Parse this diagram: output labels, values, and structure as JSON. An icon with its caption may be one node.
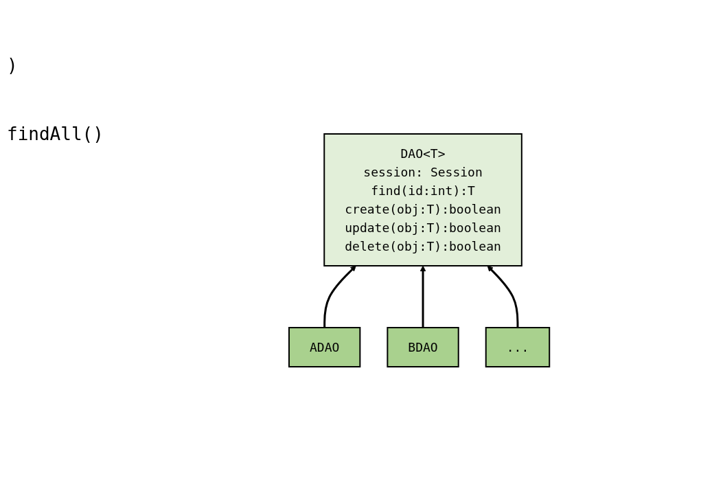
{
  "diagram": {
    "nodes": [
      {
        "text": [
          "DAO<T>",
          "session: Session",
          "find(id:int):T",
          "create(obj:T):boolean",
          "update(obj:T):boolean",
          "delete(obj:T):boolean"
        ]
      },
      {
        "text": [
          "ADAO"
        ]
      },
      {
        "text": [
          "BDAO"
        ]
      },
      {
        "text": [
          "..."
        ]
      }
    ],
    "edges": [
      {
        "from": 1,
        "to": 0,
        "arrow": "to"
      },
      {
        "from": 2,
        "to": 0,
        "arrow": "to"
      },
      {
        "from": 3,
        "to": 0,
        "arrow": "to"
      }
    ],
    "labels": [
      ")",
      "findAll()"
    ]
  }
}
